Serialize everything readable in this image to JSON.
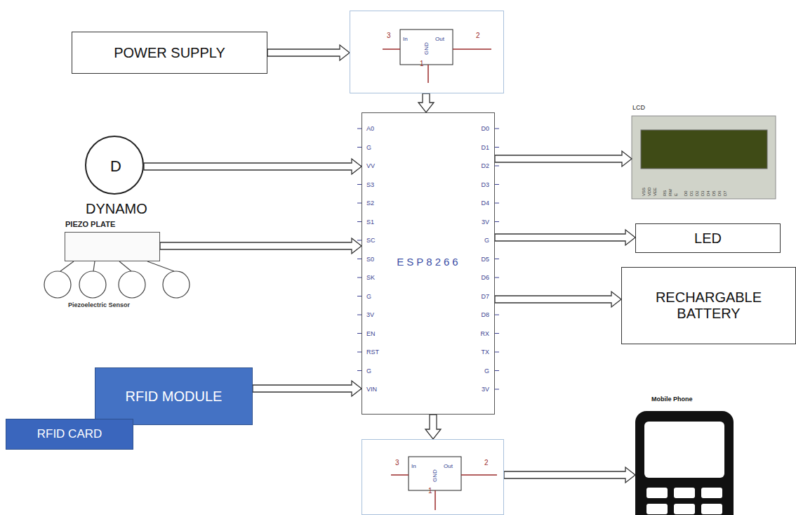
{
  "diagram": {
    "nodes": [
      {
        "text": [
          "POWER SUPPLY"
        ]
      },
      {
        "text": [
          "3",
          "In",
          "GND",
          "Out",
          "2",
          "1"
        ]
      },
      {
        "text": [
          "ESP8266",
          "A0",
          "G",
          "VV",
          "S3",
          "S2",
          "S1",
          "SC",
          "S0",
          "SK",
          "G",
          "3V",
          "EN",
          "RST",
          "G",
          "VIN",
          "D0",
          "D1",
          "D2",
          "D3",
          "D4",
          "3V",
          "G",
          "D5",
          "D6",
          "D7",
          "D8",
          "RX",
          "TX",
          "G",
          "3V"
        ]
      },
      {
        "text": [
          "LCD",
          "VSS",
          "VDD",
          "VEE",
          "RS",
          "RW",
          "E",
          "D0",
          "D1",
          "D2",
          "D3",
          "D4",
          "D5",
          "D6",
          "D7"
        ]
      },
      {
        "text": [
          "D",
          "DYNAMO"
        ]
      },
      {
        "text": [
          "PIEZO PLATE",
          "Piezoelectric Sensor"
        ]
      },
      {
        "text": [
          "LED"
        ]
      },
      {
        "text": [
          "RECHARGABLE BATTERY"
        ]
      },
      {
        "text": [
          "RFID MODULE"
        ]
      },
      {
        "text": [
          "RFID CARD"
        ]
      },
      {
        "text": [
          "3",
          "In",
          "GND",
          "Out",
          "2",
          "1"
        ]
      },
      {
        "text": [
          "Mobile Phone"
        ]
      }
    ],
    "edges": [
      {
        "from": 0,
        "to": 1,
        "arrow": "to"
      },
      {
        "from": 1,
        "to": 2,
        "arrow": "to"
      },
      {
        "from": 4,
        "to": 2,
        "arrow": "to"
      },
      {
        "from": 5,
        "to": 2,
        "arrow": "to"
      },
      {
        "from": 8,
        "to": 2,
        "arrow": "to"
      },
      {
        "from": 2,
        "to": 3,
        "arrow": "to"
      },
      {
        "from": 2,
        "to": 6,
        "arrow": "to"
      },
      {
        "from": 2,
        "to": 7,
        "arrow": "to"
      },
      {
        "from": 2,
        "to": 10,
        "arrow": "to"
      },
      {
        "from": 10,
        "to": 11,
        "arrow": "to"
      }
    ]
  }
}
